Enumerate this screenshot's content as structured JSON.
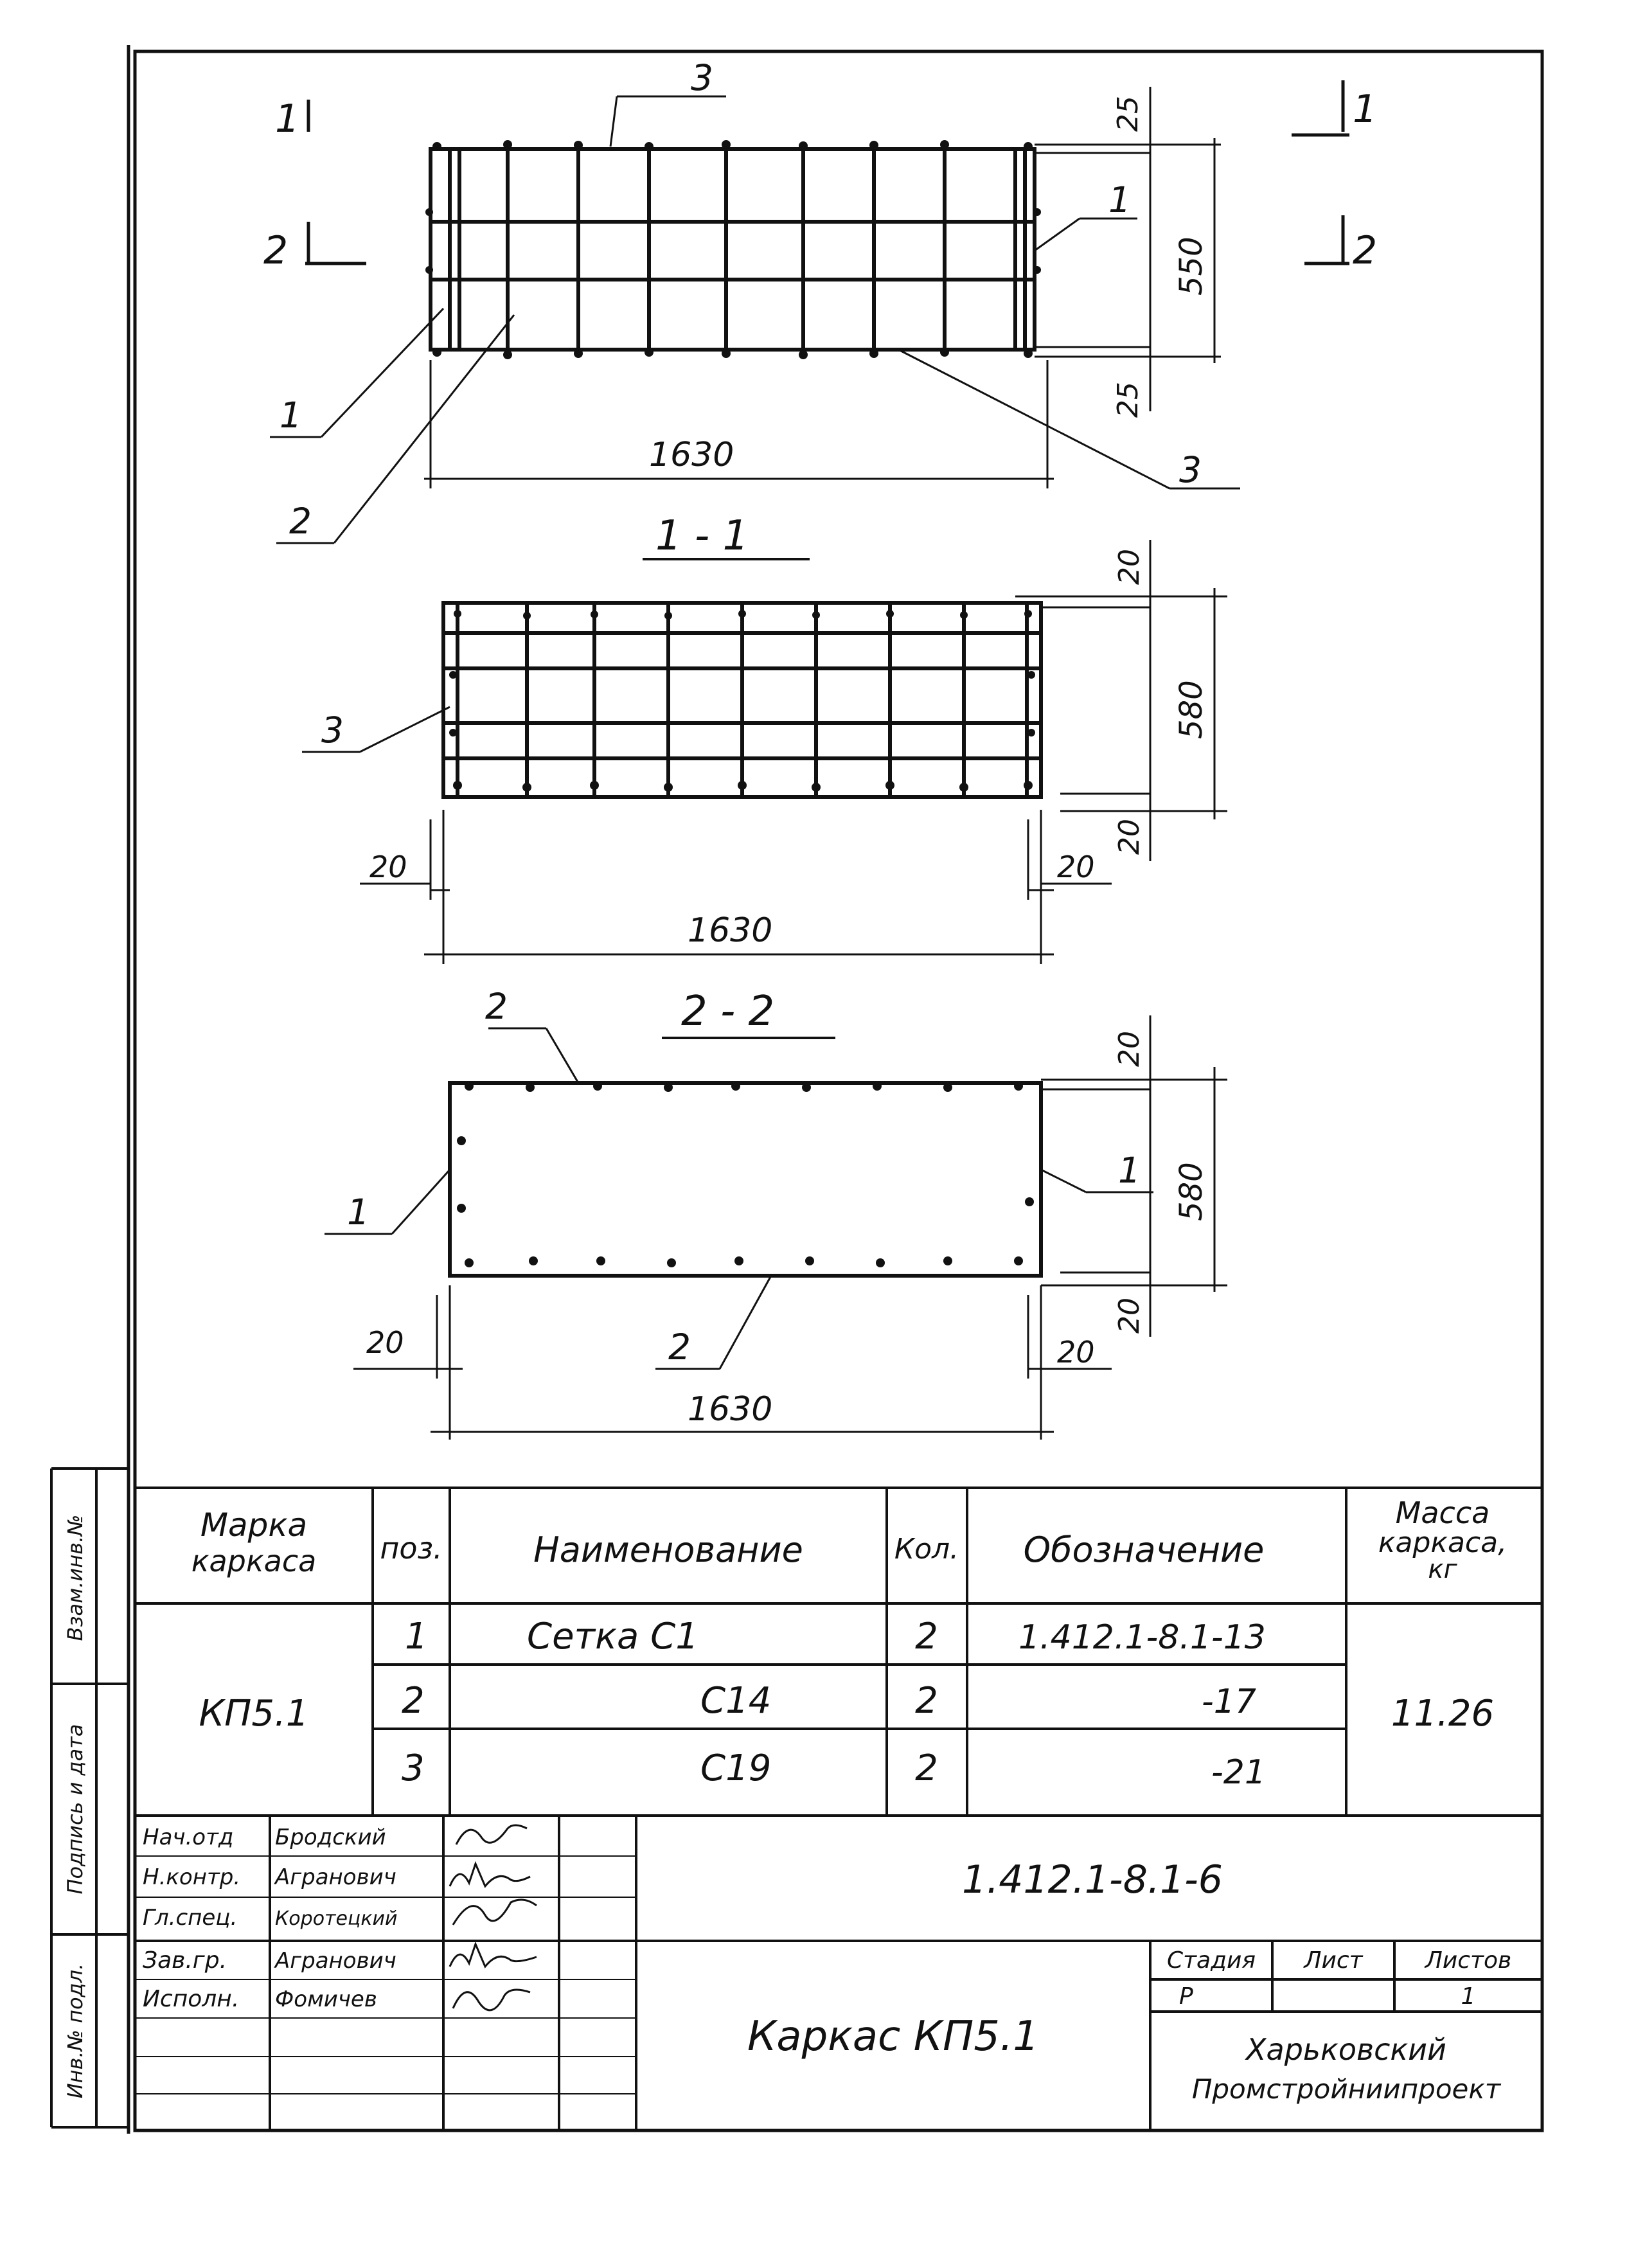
{
  "drawing": {
    "cut_marks": {
      "cut1": "1",
      "cut2": "2"
    },
    "plan": {
      "pos_top": "3",
      "pos_right": "1",
      "pos_left": "1",
      "pos_left_low": "2",
      "pos_bottom_right": "3",
      "dim_top_margin": "25",
      "dim_height": "550",
      "dim_bottom_margin": "25",
      "dim_length": "1630"
    },
    "section1": {
      "title": "1 - 1",
      "pos_left": "3",
      "dim_top_margin": "20",
      "dim_height": "580",
      "dim_bottom_margin": "20",
      "dim_left_margin": "20",
      "dim_right_margin": "20",
      "dim_length": "1630"
    },
    "section2": {
      "title": "2 - 2",
      "pos_top": "2",
      "pos_left": "1",
      "pos_right": "1",
      "pos_bottom": "2",
      "dim_top_margin": "20",
      "dim_height": "580",
      "dim_bottom_margin": "20",
      "dim_left_margin": "20",
      "dim_right_margin": "20",
      "dim_length": "1630"
    }
  },
  "spec_table": {
    "headers": {
      "mark": [
        "Марка",
        "каркаса"
      ],
      "pos": "поз.",
      "name": "Наименование",
      "qty": "Кол.",
      "designation": "Обозначение",
      "mass": [
        "Масса",
        "каркаса,",
        "кг"
      ]
    },
    "mark": "КП5.1",
    "mass": "11.26",
    "rows": [
      {
        "pos": "1",
        "name": "Сетка  С1",
        "qty": "2",
        "designation": "1.412.1-8.1-13"
      },
      {
        "pos": "2",
        "name": "С14",
        "qty": "2",
        "designation": "-17"
      },
      {
        "pos": "3",
        "name": "С19",
        "qty": "2",
        "designation": "-21"
      }
    ]
  },
  "title_block": {
    "signatories": [
      {
        "role": "Нач.отд",
        "name": "Бродский"
      },
      {
        "role": "Н.контр.",
        "name": "Агранович"
      },
      {
        "role": "Гл.спец.",
        "name": "Коротецкий"
      },
      {
        "role": "Зав.гр.",
        "name": "Агранович"
      },
      {
        "role": "Исполн.",
        "name": "Фомичев"
      }
    ],
    "doc_number": "1.412.1-8.1-6",
    "doc_title": "Каркас  КП5.1",
    "stage_header": "Стадия",
    "sheet_header": "Лист",
    "sheets_header": "Листов",
    "stage": "Р",
    "sheet": "",
    "sheets": "1",
    "org_line1": "Харьковский",
    "org_line2": "Промстройниипроект"
  },
  "side_strip": {
    "field1": "Взам.инв.№",
    "field2": "Подпись и дата",
    "field3": "Инв.№ подл."
  }
}
